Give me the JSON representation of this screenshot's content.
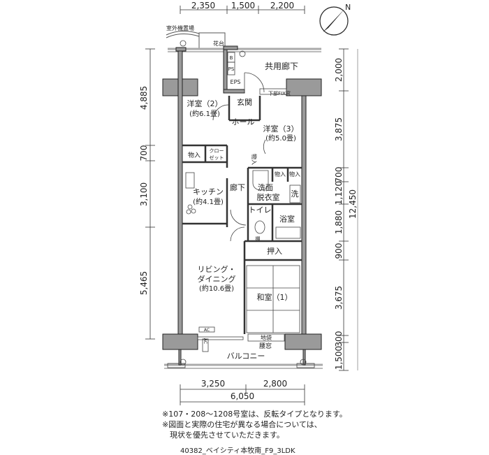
{
  "dimensions": {
    "top": [
      "2,350",
      "1,500",
      "2,200"
    ],
    "bottom": [
      "3,250",
      "2,800"
    ],
    "bottom_total": "6,050",
    "left": [
      "4,885",
      "700",
      "3,100",
      "5,465"
    ],
    "right": [
      "2,000",
      "3,875",
      "700",
      "1,120",
      "1,880",
      "900",
      "3,675",
      "300",
      "1,500"
    ],
    "right_total": "12,450"
  },
  "compass": {
    "label": "N"
  },
  "rooms": {
    "outdoor_unit": "室外機置場",
    "planter": "花台",
    "b": "B",
    "ps": "PS",
    "eps": "EPS",
    "common_corridor": "共用廊下",
    "fix_window": "下部FIX窓",
    "western2": "洋室（2）",
    "western2_size": "(約6.1畳)",
    "entrance": "玄関",
    "hall": "ホール",
    "western3": "洋室（3）",
    "western3_size": "(約5.0畳)",
    "storage1": "物入",
    "closet_1": "クロー",
    "closet_2": "ゼット",
    "storage2": "物入",
    "storage3": "物入",
    "storage4": "物入",
    "kitchen": "キッチン",
    "kitchen_size": "(約4.1畳)",
    "hallway": "廊下",
    "washroom_1": "洗面",
    "washroom_2": "脱衣室",
    "washer": "洗",
    "toilet": "トイレ",
    "bath": "浴室",
    "shelf": "棚",
    "oshiire": "押入",
    "living_1": "リビング・",
    "living_2": "ダイニング",
    "living_size": "(約10.6畳)",
    "japanese": "和室（1）",
    "jibukuro": "地袋",
    "waist_window": "腰窓",
    "balcony": "バルコニー",
    "ac1": "AC",
    "ac2": "AC"
  },
  "notes": [
    "※107・208～1208号室は、反転タイプとなります。",
    "※図面と実際の住宅が異なる場合については、",
    "　現状を優先させていただきます。"
  ],
  "caption": "40382_ベイシティ本牧南_F9_3LDK"
}
